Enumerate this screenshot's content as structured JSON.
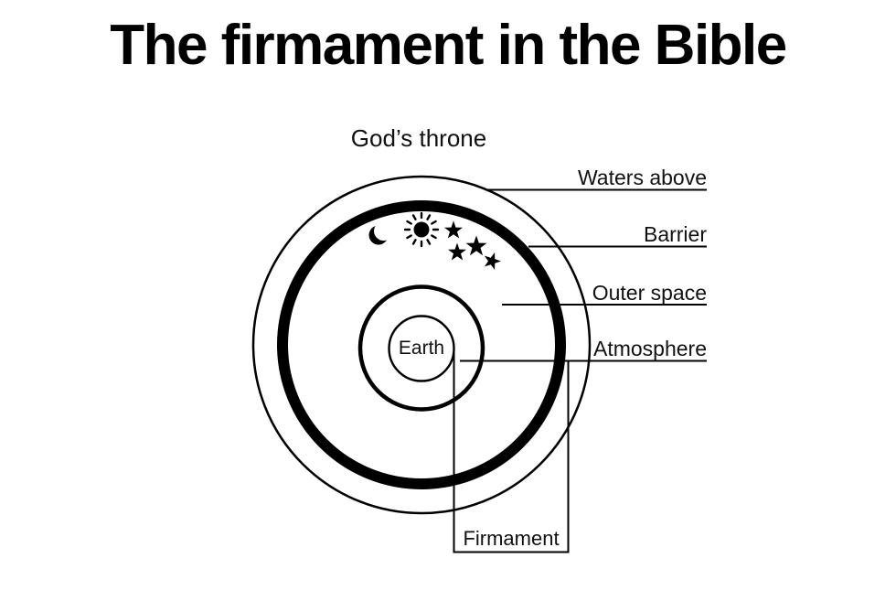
{
  "title": "The firmament in the Bible",
  "diagram": {
    "throne_label": "God’s throne",
    "labels": {
      "waters_above": "Waters above",
      "barrier": "Barrier",
      "outer_space": "Outer space",
      "atmosphere": "Atmosphere",
      "earth": "Earth",
      "firmament": "Firmament"
    },
    "icons": {
      "moon": "crescent-moon-icon",
      "sun": "sun-icon",
      "stars": "star-icon (x4)"
    },
    "colors": {
      "ink": "#000000",
      "background": "#ffffff"
    }
  }
}
